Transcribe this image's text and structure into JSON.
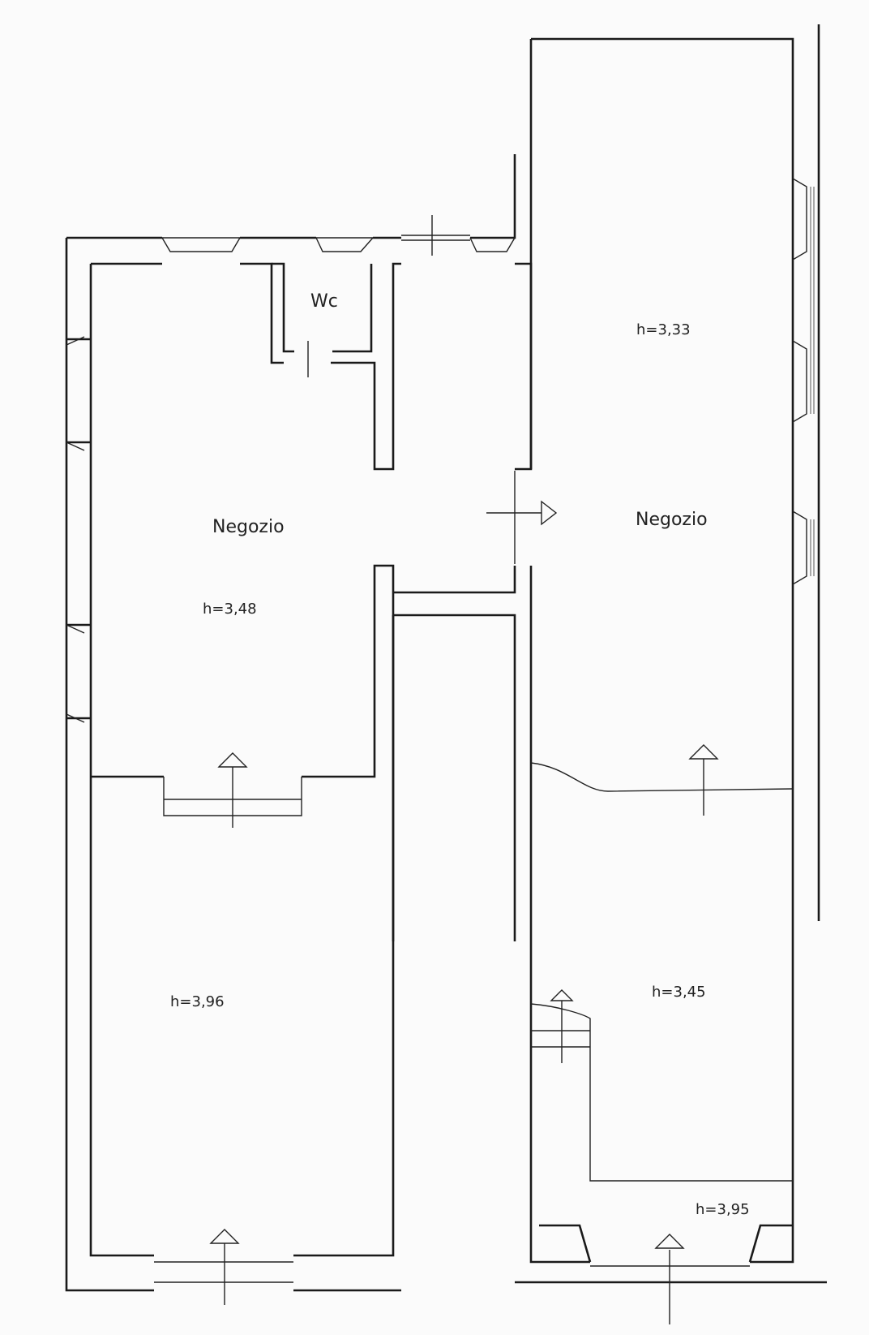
{
  "rooms": {
    "wc": "Wc",
    "negozio_left": "Negozio",
    "negozio_right": "Negozio"
  },
  "heights": {
    "left_front": "h=3,48",
    "left_rear": "h=3,96",
    "right_front": "h=3,33",
    "right_mid": "h=3,45",
    "right_rear": "h=3,95"
  },
  "colors": {
    "line": "#1a1a1a",
    "paper": "#fbfbfb"
  }
}
